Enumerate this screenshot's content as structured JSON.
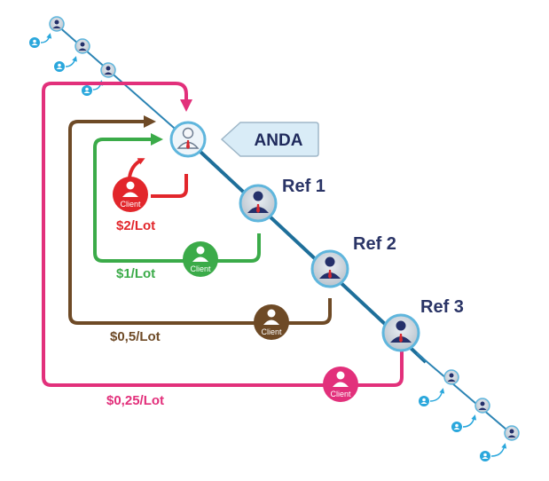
{
  "colors": {
    "line": "#1e6f9a",
    "node_ring": "#5fb6dd",
    "person_dark": "#24306a",
    "tie_red": "#d8282f",
    "anda_fill": "#d9ecf7",
    "rate_red": "#e2262b",
    "rate_green": "#3bab49",
    "rate_brown": "#6e4a26",
    "rate_pink": "#e2307b",
    "small_blue": "#2aa7dc"
  },
  "icons": {
    "person": "person-icon",
    "client": "client-icon",
    "arrow": "arrow-icon"
  },
  "labels": {
    "anda": "ANDA",
    "ref1": "Ref 1",
    "ref2": "Ref 2",
    "ref3": "Ref 3",
    "client": "Client"
  },
  "rates": {
    "level0": "$2/Lot",
    "level1": "$1/Lot",
    "level2": "$0,5/Lot",
    "level3": "$0,25/Lot"
  }
}
